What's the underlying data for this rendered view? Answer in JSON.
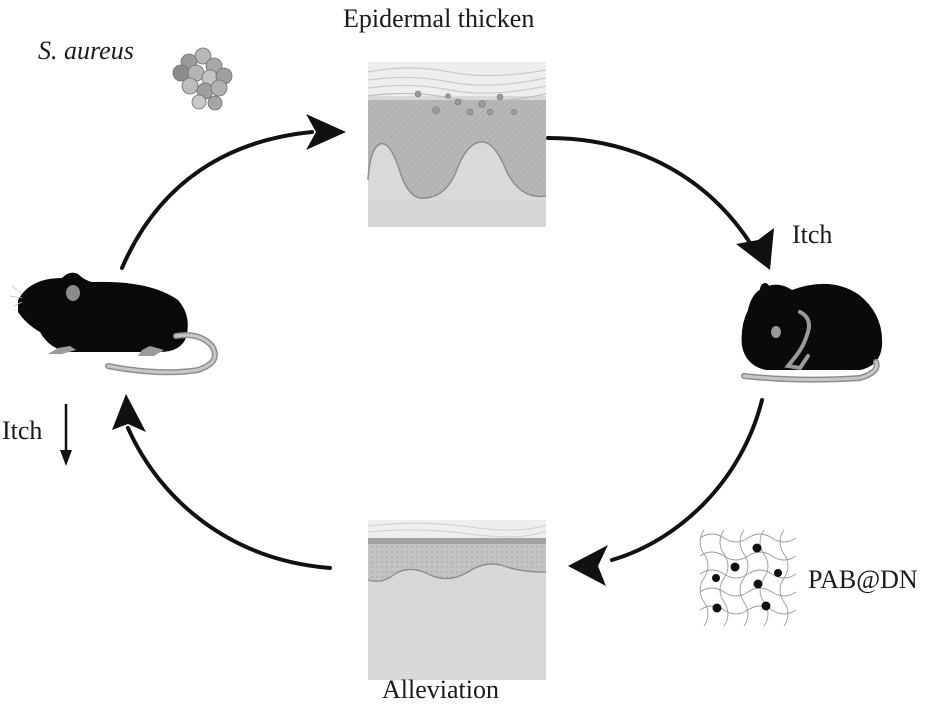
{
  "labels": {
    "bacteria": "S. aureus",
    "top_panel": "Epidermal thicken",
    "right_itch": "Itch",
    "left_itch": "Itch",
    "treatment": "PAB@DN",
    "bottom_panel": "Alleviation"
  },
  "icons": {
    "bacteria": "bacteria-cluster-icon",
    "healthy_mouse": "mouse-icon",
    "scratching_mouse": "scratching-mouse-icon",
    "hydrogel": "hydrogel-network-icon",
    "itch_decrease": "down-arrow-icon"
  },
  "colors": {
    "arrow": "#111111",
    "mouse": "#0a0a0a",
    "skin_light": "#d4d4d4",
    "skin_mid": "#b3b3b3",
    "skin_dark": "#8c8c8c"
  }
}
